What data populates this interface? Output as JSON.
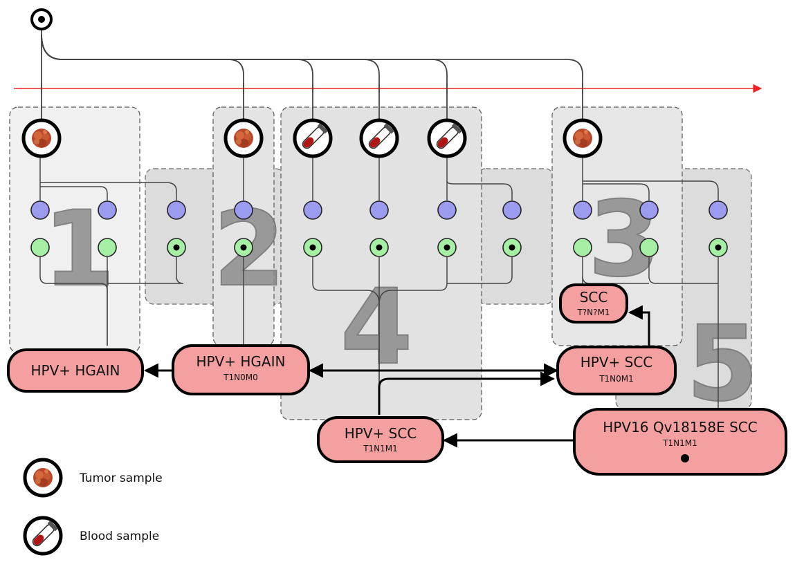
{
  "legend": {
    "tumor_label": "Tumor sample",
    "blood_label": "Blood sample"
  },
  "groups": [
    {
      "number": "1"
    },
    {
      "number": "2"
    },
    {
      "number": "3"
    },
    {
      "number": "4"
    },
    {
      "number": "5"
    }
  ],
  "nodes": {
    "hgain_a": {
      "title": "HPV+ HGAIN",
      "subtitle": ""
    },
    "hgain_b": {
      "title": "HPV+ HGAIN",
      "subtitle": "T1N0M0"
    },
    "scc_mid": {
      "title": "HPV+ SCC",
      "subtitle": "T1N1M1"
    },
    "scc_right": {
      "title": "HPV+ SCC",
      "subtitle": "T1N0M1"
    },
    "scc_small": {
      "title": "SCC",
      "subtitle": "T?N?M1"
    },
    "hpv16": {
      "title": "HPV16 Qv18158E SCC",
      "subtitle": "T1N1M1"
    }
  },
  "colors": {
    "timeline": "#ee2222",
    "node_fill": "#f4a0a0",
    "blue_circle": "#9b9bf0",
    "green_circle": "#a6f0a6",
    "tumor": "#c0502a",
    "blood": "#b01414"
  },
  "icons": {
    "root": "target-icon",
    "tumor": "tumor-sample-icon",
    "blood": "blood-tube-icon"
  }
}
